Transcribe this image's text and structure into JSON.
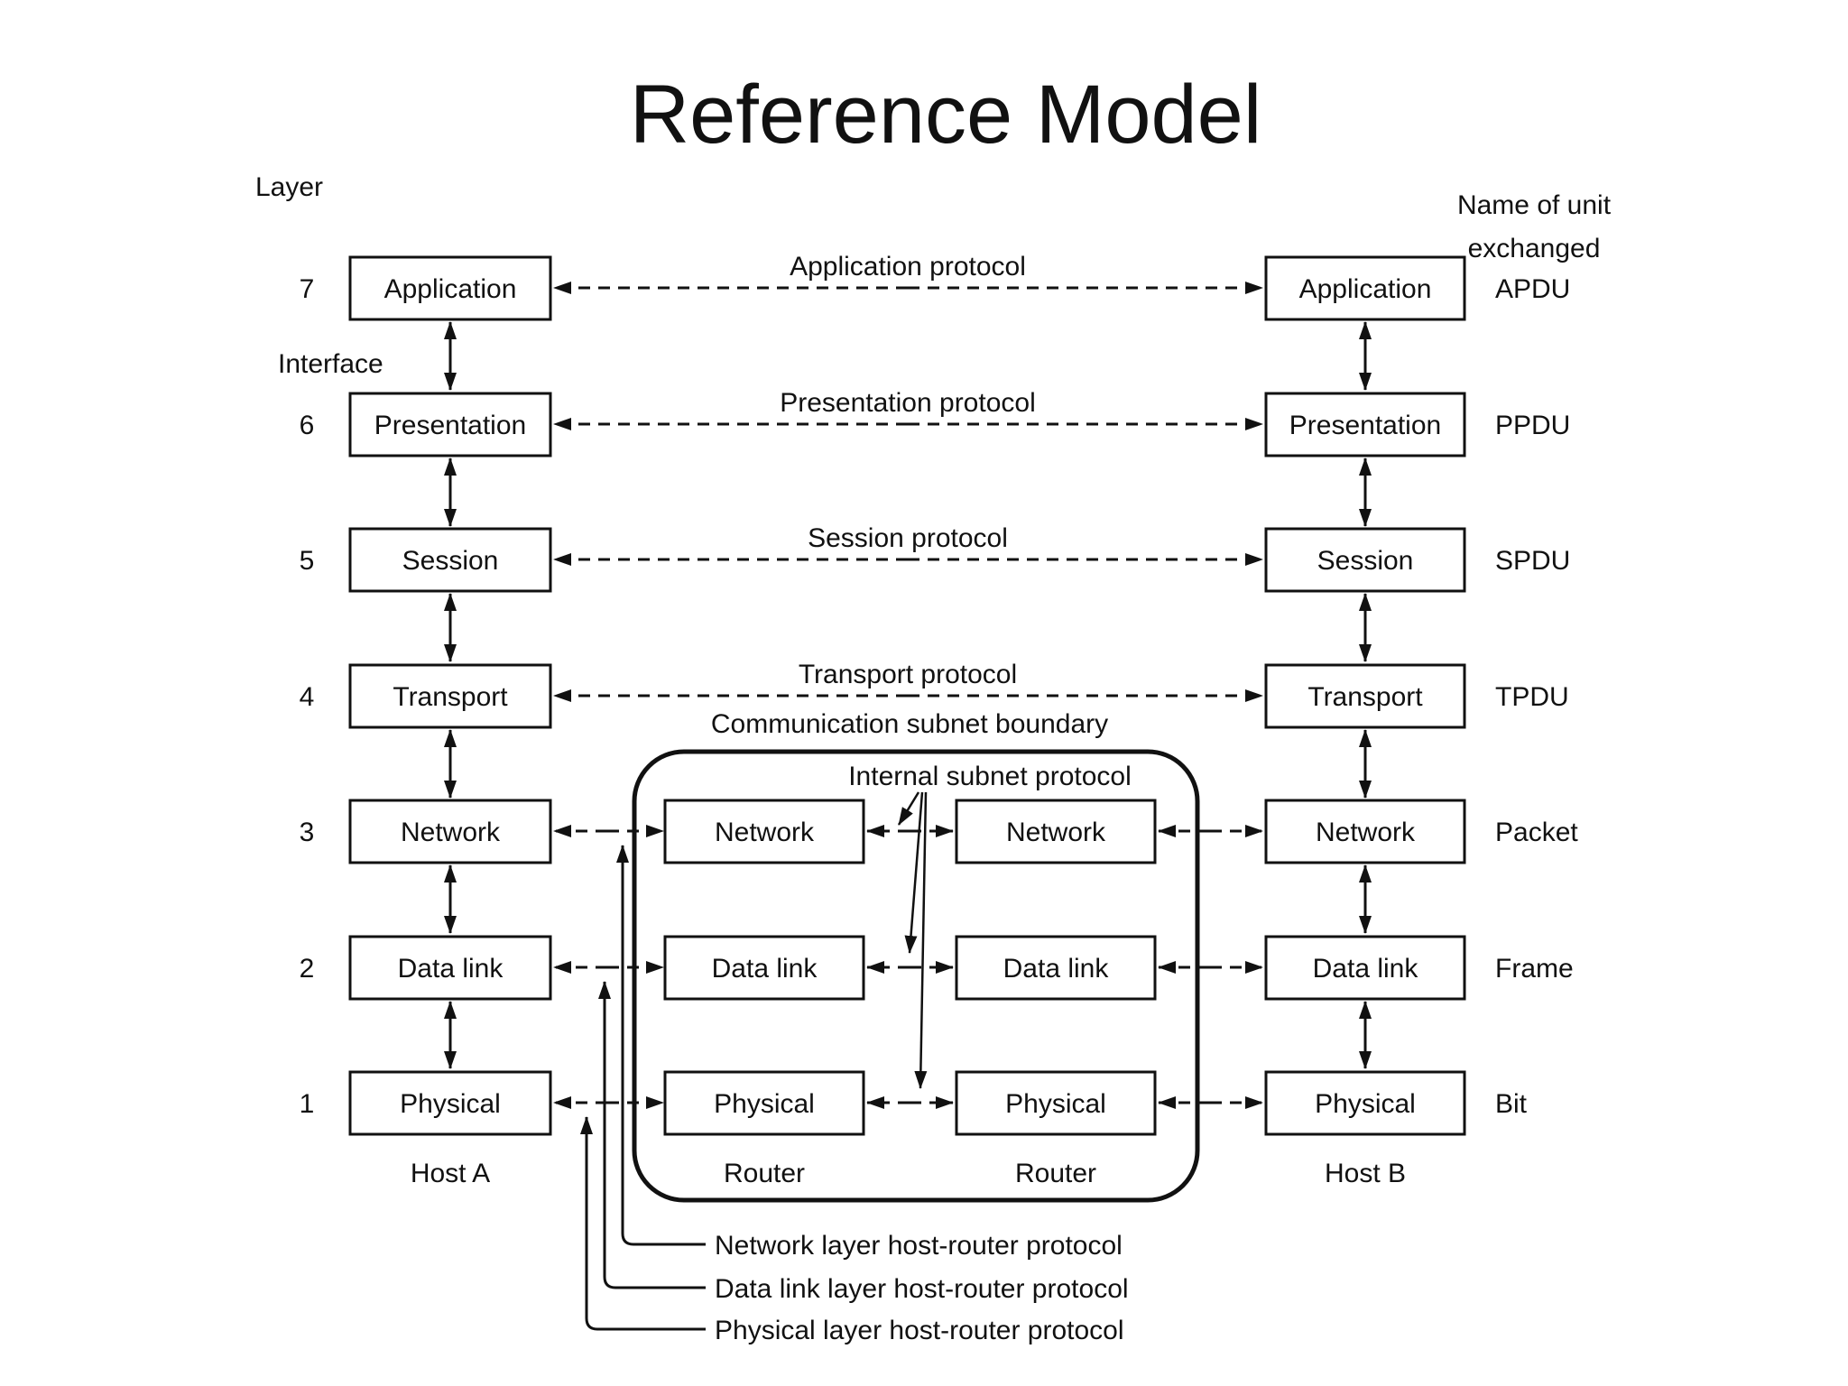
{
  "slide": {
    "title": "Reference Model"
  },
  "legend": {
    "layer_heading": "Layer",
    "unit_heading_line1": "Name of unit",
    "unit_heading_line2": "exchanged",
    "interface_label": "Interface"
  },
  "layers": [
    {
      "number": "7",
      "name": "Application",
      "protocol": "Application protocol",
      "unit": "APDU"
    },
    {
      "number": "6",
      "name": "Presentation",
      "protocol": "Presentation protocol",
      "unit": "PPDU"
    },
    {
      "number": "5",
      "name": "Session",
      "protocol": "Session protocol",
      "unit": "SPDU"
    },
    {
      "number": "4",
      "name": "Transport",
      "protocol": "Transport protocol",
      "unit": "TPDU"
    },
    {
      "number": "3",
      "name": "Network",
      "unit": "Packet"
    },
    {
      "number": "2",
      "name": "Data link",
      "unit": "Frame"
    },
    {
      "number": "1",
      "name": "Physical",
      "unit": "Bit"
    }
  ],
  "columns": {
    "host_a_label": "Host A",
    "router_1_label": "Router",
    "router_2_label": "Router",
    "host_b_label": "Host B"
  },
  "subnet": {
    "boundary_label": "Communication subnet boundary",
    "internal_protocol_label": "Internal subnet protocol"
  },
  "callouts": {
    "network": "Network layer host-router protocol",
    "data_link": "Data link layer host-router protocol",
    "physical": "Physical layer host-router protocol"
  },
  "colors": {
    "ink": "#111111",
    "background": "#ffffff"
  }
}
